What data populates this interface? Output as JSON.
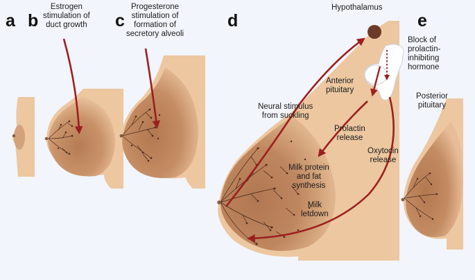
{
  "panels": {
    "a": "a",
    "b": "b",
    "c": "c",
    "d": "d",
    "e": "e"
  },
  "labels": {
    "estrogen": [
      "Estrogen",
      "stimulation of",
      "duct growth"
    ],
    "progesterone": [
      "Progesterone",
      "stimulation of",
      "formation of",
      "secretory alveoli"
    ],
    "hypothalamus": "Hypothalamus",
    "block": [
      "Block of",
      "prolactin-",
      "inhibiting",
      "hormone"
    ],
    "anterior_pituitary": [
      "Anterior",
      "pituitary"
    ],
    "posterior_pituitary": [
      "Posterior",
      "pituitary"
    ],
    "neural_stimulus": [
      "Neural stimulus",
      "from suckling"
    ],
    "prolactin_release": [
      "Prolactin",
      "release"
    ],
    "oxytocin_release": [
      "Oxytocin",
      "release"
    ],
    "milk_protein": [
      "Milk protein",
      "and fat",
      "synthesis"
    ],
    "milk_letdown": [
      "Milk",
      "letdown"
    ]
  },
  "colors": {
    "skin": "#ecc7a0",
    "shade": "#c08a62",
    "arrow": "#9c1f1f",
    "duct": "#4a2a1c",
    "background": "#f2f5fb"
  }
}
